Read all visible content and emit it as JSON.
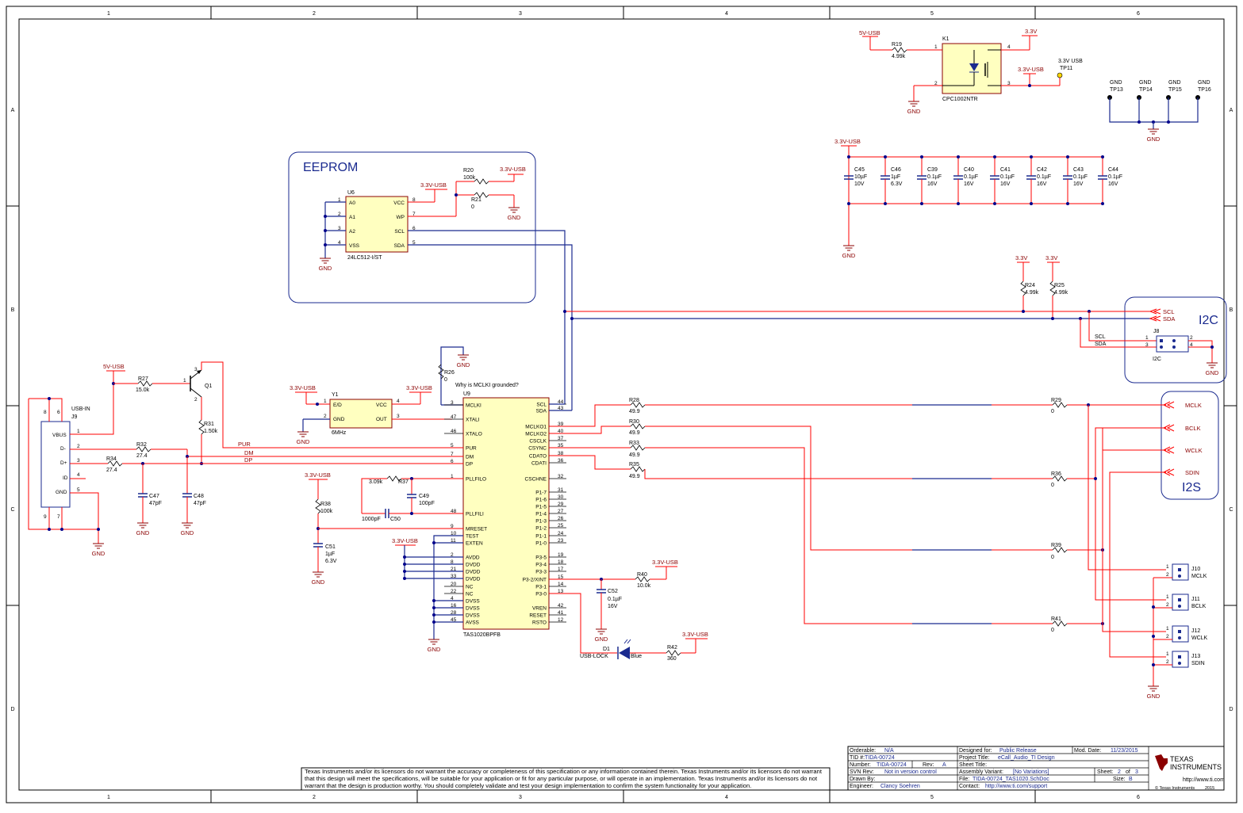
{
  "frame": {
    "cols": [
      "1",
      "2",
      "3",
      "4",
      "5",
      "6"
    ],
    "rows": [
      "A",
      "B",
      "C",
      "D"
    ]
  },
  "blocks": {
    "eeprom": "EEPROM",
    "i2c": "I2C",
    "i2s": "I2S"
  },
  "rails": {
    "v5usb": "5V-USB",
    "v33usb": "3.3V-USB",
    "v33": "3.3V",
    "gnd": "GND",
    "tp11_a": "3.3V USB",
    "tp11_b": "TP11"
  },
  "parts": {
    "k1": {
      "ref": "K1",
      "value": "CPC1002NTR"
    },
    "r19": {
      "ref": "R19",
      "value": "4.99k"
    },
    "tps": [
      "TP13",
      "TP14",
      "TP15",
      "TP16"
    ],
    "u6": {
      "ref": "U6",
      "value": "24LC512-I/ST",
      "pins_left": [
        "A0",
        "A1",
        "A2",
        "VSS"
      ],
      "pins_right": [
        "VCC",
        "WP",
        "SCL",
        "SDA"
      ],
      "num_left": [
        "1",
        "2",
        "3",
        "4"
      ],
      "num_right": [
        "8",
        "7",
        "6",
        "5"
      ]
    },
    "r20": {
      "ref": "R20",
      "value": "100k"
    },
    "r21": {
      "ref": "R21",
      "value": "0"
    },
    "caps_top": [
      {
        "ref": "C45",
        "v1": "10µF",
        "v2": "10V"
      },
      {
        "ref": "C46",
        "v1": "1µF",
        "v2": "6.3V"
      },
      {
        "ref": "C39",
        "v1": "0.1µF",
        "v2": "16V"
      },
      {
        "ref": "C40",
        "v1": "0.1µF",
        "v2": "16V"
      },
      {
        "ref": "C41",
        "v1": "0.1µF",
        "v2": "16V"
      },
      {
        "ref": "C42",
        "v1": "0.1µF",
        "v2": "16V"
      },
      {
        "ref": "C43",
        "v1": "0.1µF",
        "v2": "16V"
      },
      {
        "ref": "C44",
        "v1": "0.1µF",
        "v2": "16V"
      }
    ],
    "r24": {
      "ref": "R24",
      "value": "4.99k"
    },
    "r25": {
      "ref": "R25",
      "value": "4.99k"
    },
    "j8": {
      "ref": "J8",
      "value": "I2C",
      "scl": "SCL",
      "sda": "SDA"
    },
    "r26": {
      "ref": "R26",
      "value": "0",
      "note": "Why is MCLKI grounded?"
    },
    "y1": {
      "ref": "Y1",
      "value": "6MHz",
      "pins": [
        "E/D",
        "GND",
        "VCC",
        "OUT"
      ]
    },
    "r27": {
      "ref": "R27",
      "value": "15.0k"
    },
    "q1": {
      "ref": "Q1"
    },
    "r31": {
      "ref": "R31",
      "value": "1.50k"
    },
    "j9": {
      "ref": "J9",
      "value": "USB-IN",
      "pins": [
        "VBUS",
        "D-",
        "D+",
        "ID",
        "GND"
      ]
    },
    "r32": {
      "ref": "R32",
      "value": "27.4"
    },
    "r34": {
      "ref": "R34",
      "value": "27.4"
    },
    "c47": {
      "ref": "C47",
      "value": "47pF"
    },
    "c48": {
      "ref": "C48",
      "value": "47pF"
    },
    "nets": {
      "pur": "PUR",
      "dm": "DM",
      "dp": "DP"
    },
    "r37": {
      "ref": "R37",
      "value": "3.09k"
    },
    "c49": {
      "ref": "C49",
      "value": "100pF"
    },
    "c50": {
      "ref": "C50",
      "value": "1000pF"
    },
    "r38": {
      "ref": "R38",
      "value": "100k"
    },
    "c51": {
      "ref": "C51",
      "v1": "1µF",
      "v2": "6.3V"
    },
    "u9": {
      "ref": "U9",
      "value": "TAS1020BPFB",
      "left": [
        {
          "n": "3",
          "l": "MCLKI"
        },
        {
          "n": "47",
          "l": "XTALI"
        },
        {
          "n": "46",
          "l": "XTALO"
        },
        {
          "n": "5",
          "l": "PUR"
        },
        {
          "n": "7",
          "l": "DM"
        },
        {
          "n": "6",
          "l": "DP"
        },
        {
          "n": "1",
          "l": "PLLFILO"
        },
        {
          "n": "48",
          "l": "PLLFILI"
        },
        {
          "n": "9",
          "l": "MRESET"
        },
        {
          "n": "10",
          "l": "TEST"
        },
        {
          "n": "11",
          "l": "EXTEN"
        },
        {
          "n": "2",
          "l": "AVDD"
        },
        {
          "n": "8",
          "l": "DVDD"
        },
        {
          "n": "21",
          "l": "DVDD"
        },
        {
          "n": "33",
          "l": "DVDD"
        },
        {
          "n": "20",
          "l": "NC"
        },
        {
          "n": "22",
          "l": "NC"
        },
        {
          "n": "4",
          "l": "DVSS"
        },
        {
          "n": "16",
          "l": "DVSS"
        },
        {
          "n": "28",
          "l": "DVSS"
        },
        {
          "n": "45",
          "l": "AVSS"
        }
      ],
      "right": [
        {
          "n": "44",
          "l": "SCL"
        },
        {
          "n": "43",
          "l": "SDA"
        },
        {
          "n": "39",
          "l": "MCLKO1"
        },
        {
          "n": "40",
          "l": "MCLKO2"
        },
        {
          "n": "37",
          "l": "CSCLK"
        },
        {
          "n": "35",
          "l": "CSYNC"
        },
        {
          "n": "38",
          "l": "CDATO"
        },
        {
          "n": "36",
          "l": "CDATI"
        },
        {
          "n": "32",
          "l": "CSCHNE"
        },
        {
          "n": "31",
          "l": "P1-7"
        },
        {
          "n": "30",
          "l": "P1-6"
        },
        {
          "n": "29",
          "l": "P1-5"
        },
        {
          "n": "27",
          "l": "P1-4"
        },
        {
          "n": "26",
          "l": "P1-3"
        },
        {
          "n": "25",
          "l": "P1-2"
        },
        {
          "n": "24",
          "l": "P1-1"
        },
        {
          "n": "23",
          "l": "P1-0"
        },
        {
          "n": "19",
          "l": "P3-5"
        },
        {
          "n": "18",
          "l": "P3-4"
        },
        {
          "n": "17",
          "l": "P3-3"
        },
        {
          "n": "15",
          "l": "P3-2/XINT"
        },
        {
          "n": "14",
          "l": "P3-1"
        },
        {
          "n": "13",
          "l": "P3-0"
        },
        {
          "n": "42",
          "l": "VREN"
        },
        {
          "n": "41",
          "l": "RESET"
        },
        {
          "n": "12",
          "l": "RSTO"
        }
      ]
    },
    "r28": {
      "ref": "R28",
      "value": "49.9"
    },
    "r30": {
      "ref": "R30",
      "value": "49.9"
    },
    "r33": {
      "ref": "R33",
      "value": "49.9"
    },
    "r35": {
      "ref": "R35",
      "value": "49.9"
    },
    "r29": {
      "ref": "R29",
      "value": "0"
    },
    "r36": {
      "ref": "R36",
      "value": "0"
    },
    "r39": {
      "ref": "R39",
      "value": "0"
    },
    "r41": {
      "ref": "R41",
      "value": "0"
    },
    "r40": {
      "ref": "R40",
      "value": "10.0k"
    },
    "c52": {
      "ref": "C52",
      "v1": "0.1µF",
      "v2": "16V"
    },
    "d1": {
      "ref": "D1",
      "value": "USB-LOCK",
      "color": "Blue"
    },
    "r42": {
      "ref": "R42",
      "value": "360"
    },
    "i2s_ports": [
      "MCLK",
      "BCLK",
      "WCLK",
      "SDIN"
    ],
    "i2c_ports": [
      "SCL",
      "SDA"
    ],
    "headers": [
      {
        "ref": "J10",
        "value": "MCLK"
      },
      {
        "ref": "J11",
        "value": "BCLK"
      },
      {
        "ref": "J12",
        "value": "WCLK"
      },
      {
        "ref": "J13",
        "value": "SDIN"
      }
    ]
  },
  "title_block": {
    "orderable_label": "Orderable:",
    "orderable": "N/A",
    "tid_label": "TID #:",
    "tid": "TIDA-00724",
    "number_label": "Number:",
    "number": "TIDA-00724",
    "rev_label": "Rev:",
    "rev": "A",
    "svn_label": "SVN Rev:",
    "svn": "Not in version control",
    "drawn_label": "Drawn By:",
    "drawn": "",
    "engineer_label": "Engineer:",
    "engineer": "Clancy Soehren",
    "designed_label": "Designed for:",
    "designed": "Public Release",
    "moddate_label": "Mod. Date:",
    "moddate": "11/23/2015",
    "project_label": "Project Title:",
    "project": "eCall_Audio_TI Design",
    "sheet_title_label": "Sheet Title:",
    "sheet_title": "",
    "variant_label": "Assembly Variant:",
    "variant": "[No Variations]",
    "sheet_label": "Sheet:",
    "sheet": "2",
    "of_label": "of",
    "of": "3",
    "file_label": "File:",
    "file": "TIDA-00724_TAS1020.SchDoc",
    "size_label": "Size:",
    "size": "B",
    "contact_label": "Contact:",
    "contact": "http://www.ti.com/support",
    "url": "http://www.ti.com",
    "copyright": "© Texas Instruments",
    "year": "2015",
    "logo_a": "TEXAS",
    "logo_b": "INSTRUMENTS"
  },
  "disclaimer": "Texas Instruments and/or its licensors do not warrant the accuracy or completeness of this specification or any information contained therein. Texas Instruments and/or its licensors do not warrant that this design will meet the specifications, will be suitable for your application or fit for any particular purpose, or will operate in an implementation. Texas Instruments and/or its licensors do not warrant that the design is production worthy. You should completely validate and test your design implementation to confirm the system functionality for your application.",
  "colors": {
    "wire": "#ff0000",
    "bus": "#00008b",
    "label": "#8b0000",
    "box": "#0a1f8f",
    "part": "#ffffc0"
  }
}
